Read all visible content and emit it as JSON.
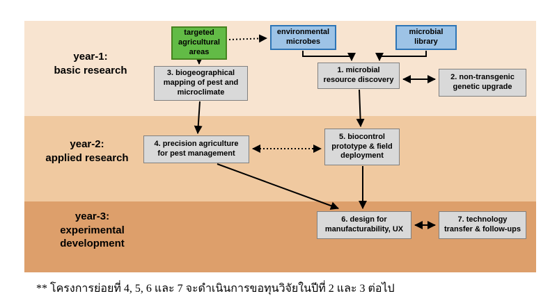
{
  "colors": {
    "band_year1": "#f8e4d0",
    "band_year2": "#f0c9a0",
    "band_year3": "#dd9f6b",
    "green_fill": "#62bb46",
    "green_border": "#45831f",
    "blue_fill": "#9dc3e6",
    "blue_border": "#2e75b6",
    "gray_fill": "#d9d9d9",
    "gray_border": "#7f7f7f"
  },
  "bands": [
    {
      "label": "year-1:\nbasic research"
    },
    {
      "label": "year-2:\napplied research"
    },
    {
      "label": "year-3:\nexperimental\ndevelopment"
    }
  ],
  "nodes": {
    "targeted": {
      "label": "targeted\nagricultural\nareas"
    },
    "env_microbes": {
      "label": "environmental\nmicrobes"
    },
    "microbial_library": {
      "label": "microbial\nlibrary"
    },
    "n3": {
      "label": "3. biogeographical\nmapping of pest and\nmicroclimate"
    },
    "n1": {
      "label": "1. microbial\nresource discovery"
    },
    "n2": {
      "label": "2. non-transgenic\ngenetic upgrade"
    },
    "n4": {
      "label": "4. precision agriculture\nfor pest management"
    },
    "n5": {
      "label": "5. biocontrol\nprototype & field\ndeployment"
    },
    "n6": {
      "label": "6. design for\nmanufacturability, UX"
    },
    "n7": {
      "label": "7. technology\ntransfer & follow-ups"
    }
  },
  "footer": "** โครงการย่อยที่ 4, 5, 6 และ 7 จะดำเนินการขอทุนวิจัยในปีที่  2 และ 3  ต่อไป"
}
